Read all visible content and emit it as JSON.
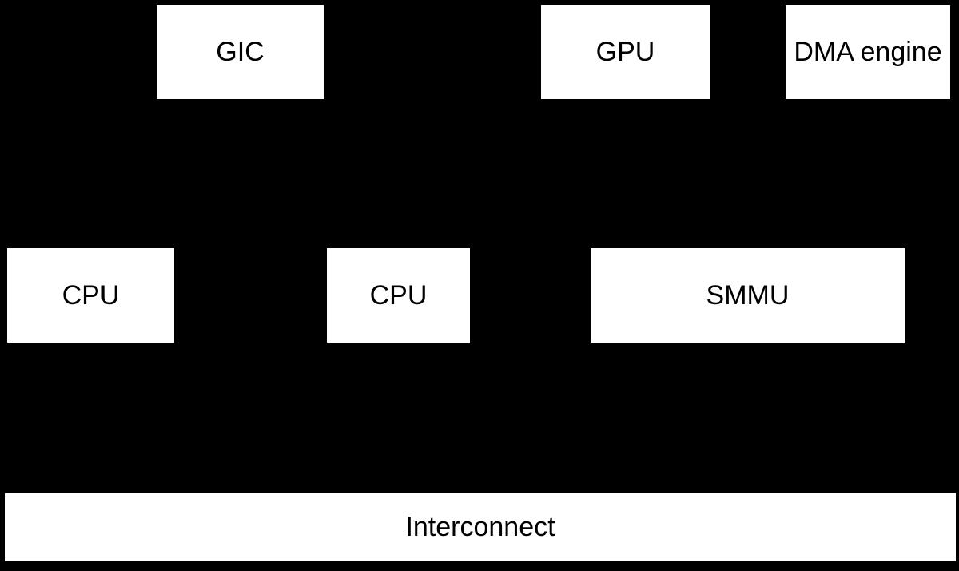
{
  "diagram": {
    "blocks": {
      "gic": "GIC",
      "gpu": "GPU",
      "dma_engine": "DMA engine",
      "cpu_1": "CPU",
      "cpu_2": "CPU",
      "smmu": "SMMU",
      "interconnect": "Interconnect"
    },
    "colors": {
      "background": "#000000",
      "block_fill": "#ffffff",
      "text": "#000000"
    }
  }
}
